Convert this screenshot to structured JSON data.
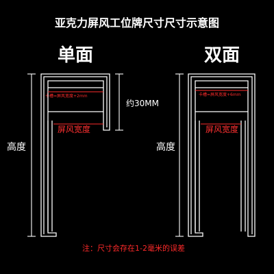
{
  "title": "亚克力屏风工位牌尺寸尺寸示意图",
  "single": {
    "heading": "单面",
    "height_label": "高度",
    "slot_label": "卡槽=屏风宽度+2mm",
    "width_label": "屏风宽度",
    "approx_label": "约30MM"
  },
  "double": {
    "heading": "双面",
    "height_label": "高度",
    "slot_label": "卡槽=屏风宽度+6mm",
    "width_label": "屏风宽度"
  },
  "note": "注：尺寸会存在1-2毫米的误差",
  "colors": {
    "background": "#000000",
    "outline": "#ffffff",
    "annotation": "#ff2b2b"
  }
}
